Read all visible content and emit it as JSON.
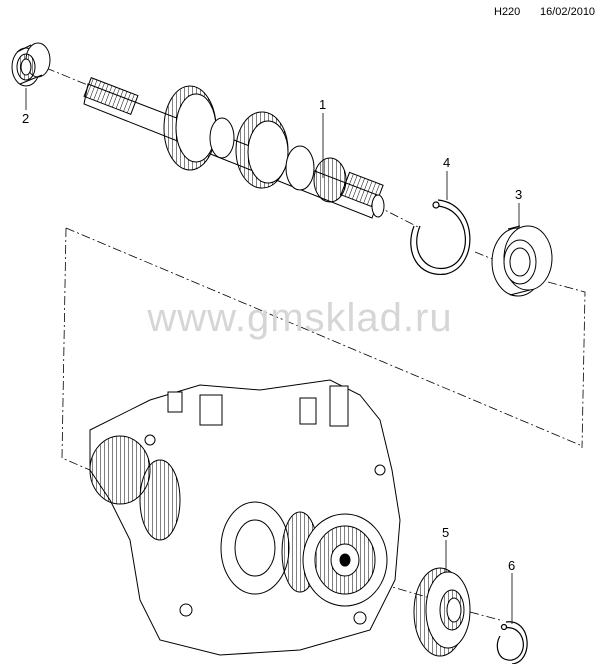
{
  "header": {
    "code": "H220",
    "date": "16/02/2010"
  },
  "watermark": "www.gmsklad.ru",
  "callouts": [
    {
      "number": "1"
    },
    {
      "number": "2"
    },
    {
      "number": "3"
    },
    {
      "number": "4"
    },
    {
      "number": "5"
    },
    {
      "number": "6"
    }
  ],
  "colors": {
    "line": "#000000",
    "watermark": "#d6d6d6",
    "background": "#ffffff"
  }
}
